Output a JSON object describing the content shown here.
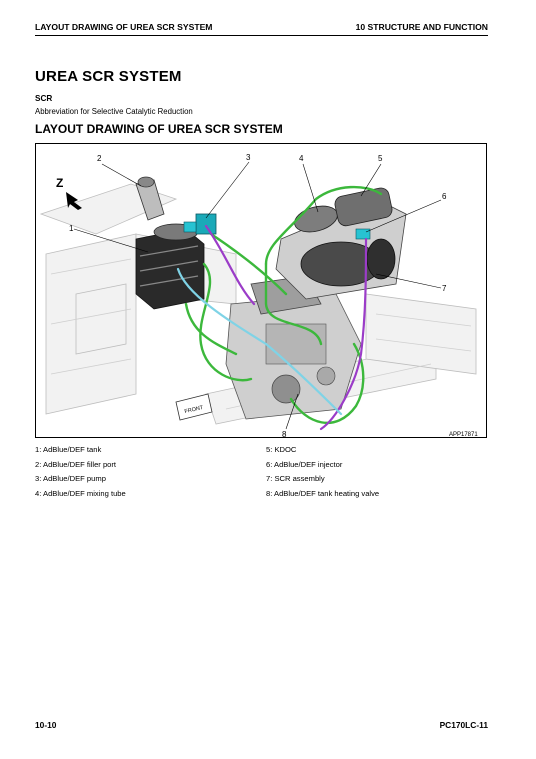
{
  "header": {
    "left": "LAYOUT DRAWING OF UREA SCR SYSTEM",
    "right": "10 STRUCTURE AND FUNCTION"
  },
  "title": "UREA SCR SYSTEM",
  "abbreviation": {
    "term": "SCR",
    "description": "Abbreviation for Selective Catalytic Reduction"
  },
  "subtitle": "LAYOUT DRAWING OF UREA SCR SYSTEM",
  "figure": {
    "direction_label": "Z",
    "drawing_number": "APP17871",
    "front_tag": "FRONT",
    "callouts": [
      "1",
      "2",
      "3",
      "4",
      "5",
      "6",
      "7",
      "8"
    ]
  },
  "legend": {
    "left": [
      "1: AdBlue/DEF tank",
      "2: AdBlue/DEF filler port",
      "3: AdBlue/DEF pump",
      "4: AdBlue/DEF mixing tube"
    ],
    "right": [
      "5: KDOC",
      "6: AdBlue/DEF injector",
      "7: SCR assembly",
      "8: AdBlue/DEF tank heating valve"
    ]
  },
  "footer": {
    "page": "10-10",
    "model": "PC170LC-11"
  },
  "colors": {
    "coolant_hose": "#3cb83c",
    "def_line": "#9b3cc8",
    "def_line_light": "#7fd3e6",
    "pump": "#1aa9b8"
  }
}
